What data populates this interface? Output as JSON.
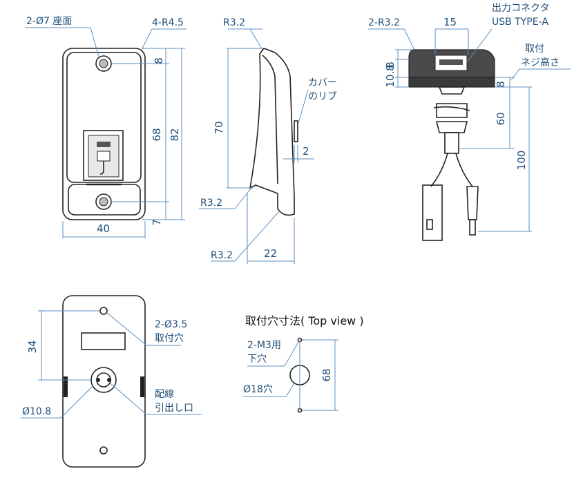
{
  "front_view": {
    "label_seat": "2-Ø7 座面",
    "label_radius": "4-R4.5",
    "dim_width": "40",
    "dim_top": "8",
    "dim_mid": "68",
    "dim_total": "82",
    "dim_bottom": "7"
  },
  "side_view": {
    "label_r_top": "R3.2",
    "label_r_mid": "R3.2",
    "label_r_bot": "R3.2",
    "dim_height": "70",
    "label_rib": "カバー\nのリブ",
    "label_rib_1": "カバー",
    "label_rib_2": "のリブ",
    "dim_rib": "2",
    "dim_depth": "22"
  },
  "connector_view": {
    "label_radius": "2-R3.2",
    "dim_usb": "15",
    "label_connector_1": "出力コネクタ",
    "label_connector_2": "USB TYPE-A",
    "label_screw_1": "取付",
    "label_screw_2": "ネジ高さ",
    "dim_8a": "8",
    "dim_108": "10.8",
    "dim_8b": "8",
    "dim_60": "60",
    "dim_100": "100"
  },
  "back_view": {
    "dim_34": "34",
    "label_hole_1": "2-Ø3.5",
    "label_hole_2": "取付穴",
    "label_wire_1": "配線",
    "label_wire_2": "引出し口",
    "dim_108": "Ø10.8"
  },
  "hole_view": {
    "title": "取付穴寸法( Top view )",
    "label_m3_1": "2-M3用",
    "label_m3_2": "下穴",
    "label_18": "Ø18穴",
    "dim_68": "68"
  }
}
